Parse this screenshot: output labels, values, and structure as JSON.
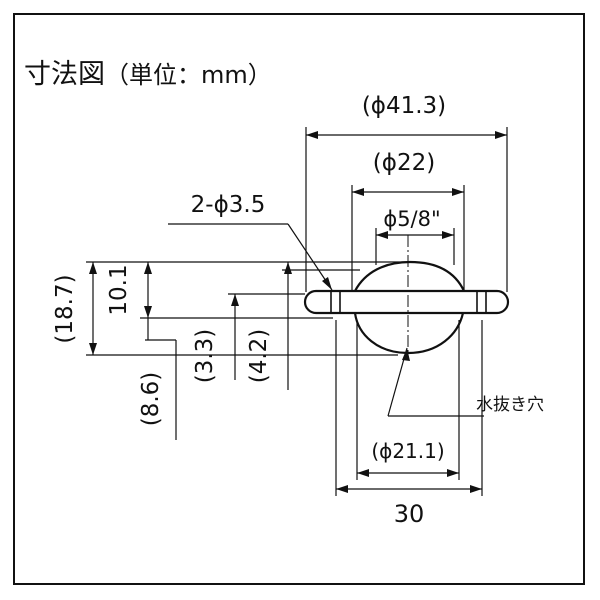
{
  "title": {
    "main": "寸法図",
    "sub": "（単位：mm）"
  },
  "dimensions": {
    "overall_diameter": "(ϕ41.3)",
    "ball_diameter": "(ϕ22)",
    "mounting_holes": "2-ϕ3.5",
    "ball_size": "ϕ5/8\"",
    "overall_height": "(18.7)",
    "height_top": "10.1",
    "height_bottom": "(8.6)",
    "flange_thickness": "(3.3)",
    "ball_protrusion": "(4.2)",
    "drain_hole": "水抜き穴",
    "body_diameter": "(ϕ21.1)",
    "hole_pitch": "30"
  }
}
